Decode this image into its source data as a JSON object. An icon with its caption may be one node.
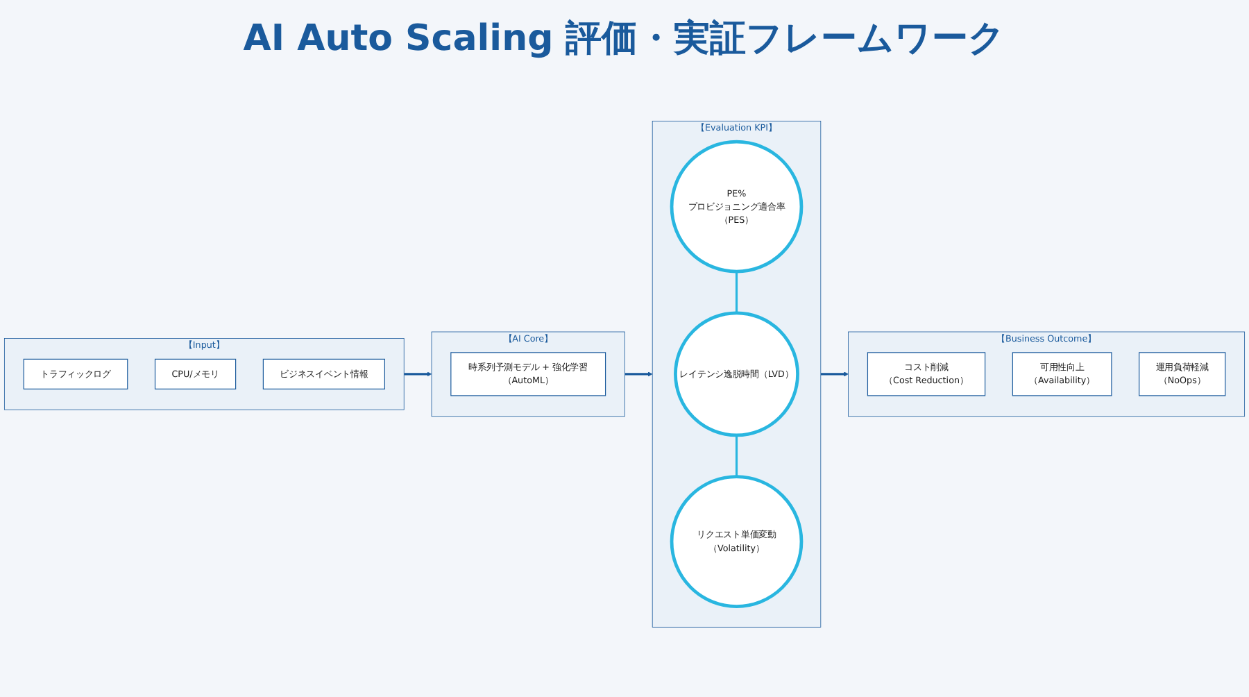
{
  "diagram": {
    "title": "AI Auto Scaling 評価・実証フレームワーク",
    "nodes": [
      {
        "text": [
          "【Input】"
        ]
      },
      {
        "text": [
          "トラフィックログ"
        ],
        "in": 0
      },
      {
        "text": [
          "CPU/メモリ"
        ],
        "in": 0
      },
      {
        "text": [
          "ビジネスイベント情報"
        ],
        "in": 0
      },
      {
        "text": [
          "【AI Core】"
        ]
      },
      {
        "text": [
          "時系列予測モデル + 強化学習（AutoML）"
        ],
        "in": 4
      },
      {
        "text": [
          "【Evaluation KPI】"
        ]
      },
      {
        "text": [
          "PE%",
          "プロビジョニング適合率（PES）"
        ],
        "in": 6
      },
      {
        "text": [
          "レイテンシ逸脱時間（LVD）"
        ],
        "in": 6
      },
      {
        "text": [
          "リクエスト単価変動（Volatility）"
        ],
        "in": 6
      },
      {
        "text": [
          "【Business Outcome】"
        ]
      },
      {
        "text": [
          "コスト削減",
          "（Cost Reduction）"
        ],
        "in": 10
      },
      {
        "text": [
          "可用性向上",
          "（Availability）"
        ],
        "in": 10
      },
      {
        "text": [
          "運用負荷軽減",
          "（NoOps）"
        ],
        "in": 10
      }
    ],
    "edges": [
      {
        "from": 0,
        "to": 4,
        "arrow": "to"
      },
      {
        "from": 4,
        "to": 6,
        "arrow": "to"
      },
      {
        "from": 6,
        "to": 10,
        "arrow": "to"
      },
      {
        "from": 7,
        "to": 8,
        "arrow": "none",
        "color": "#29b6e0"
      },
      {
        "from": 8,
        "to": 9,
        "arrow": "none",
        "color": "#29b6e0"
      }
    ]
  }
}
